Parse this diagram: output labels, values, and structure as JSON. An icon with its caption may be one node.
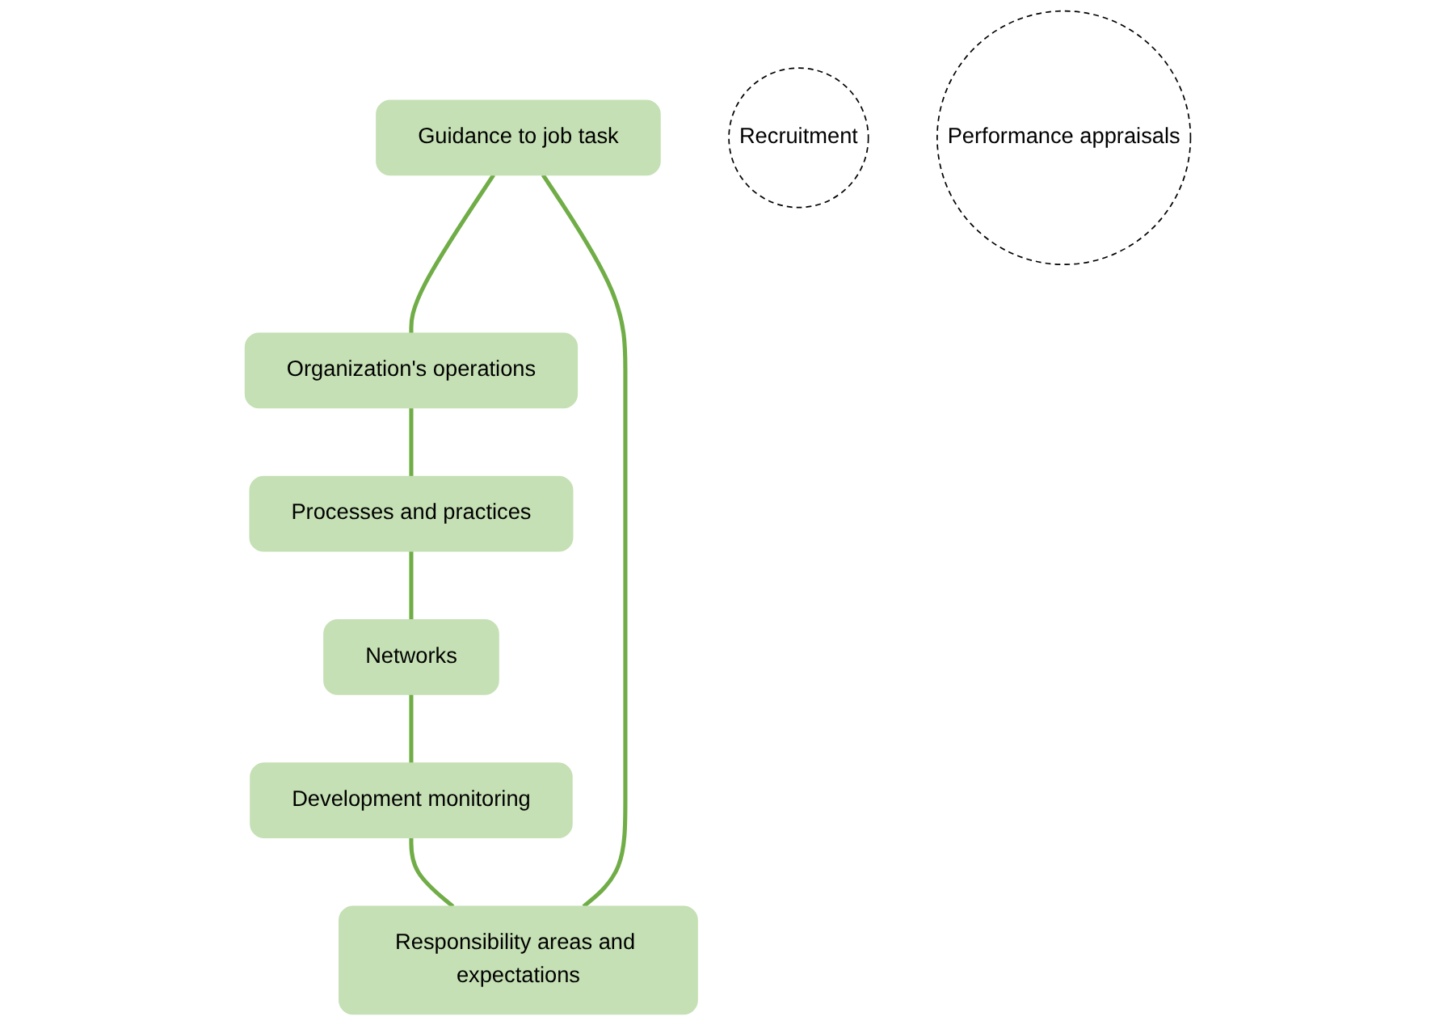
{
  "diagram": {
    "nodes": [
      {
        "text": [
          "Guidance to job task"
        ]
      },
      {
        "text": [
          "Organization's operations"
        ]
      },
      {
        "text": [
          "Processes and practices"
        ]
      },
      {
        "text": [
          "Networks"
        ]
      },
      {
        "text": [
          "Development monitoring"
        ]
      },
      {
        "text": [
          "Responsibility areas and expectations"
        ]
      },
      {
        "text": [
          "Recruitment"
        ]
      },
      {
        "text": [
          "Performance appraisals"
        ]
      }
    ],
    "edges": [
      {
        "from": 0,
        "to": 1,
        "arrow": "none"
      },
      {
        "from": 1,
        "to": 2,
        "arrow": "none"
      },
      {
        "from": 2,
        "to": 3,
        "arrow": "none"
      },
      {
        "from": 3,
        "to": 4,
        "arrow": "none"
      },
      {
        "from": 4,
        "to": 5,
        "arrow": "none"
      },
      {
        "from": 5,
        "to": 0,
        "arrow": "none"
      }
    ]
  }
}
